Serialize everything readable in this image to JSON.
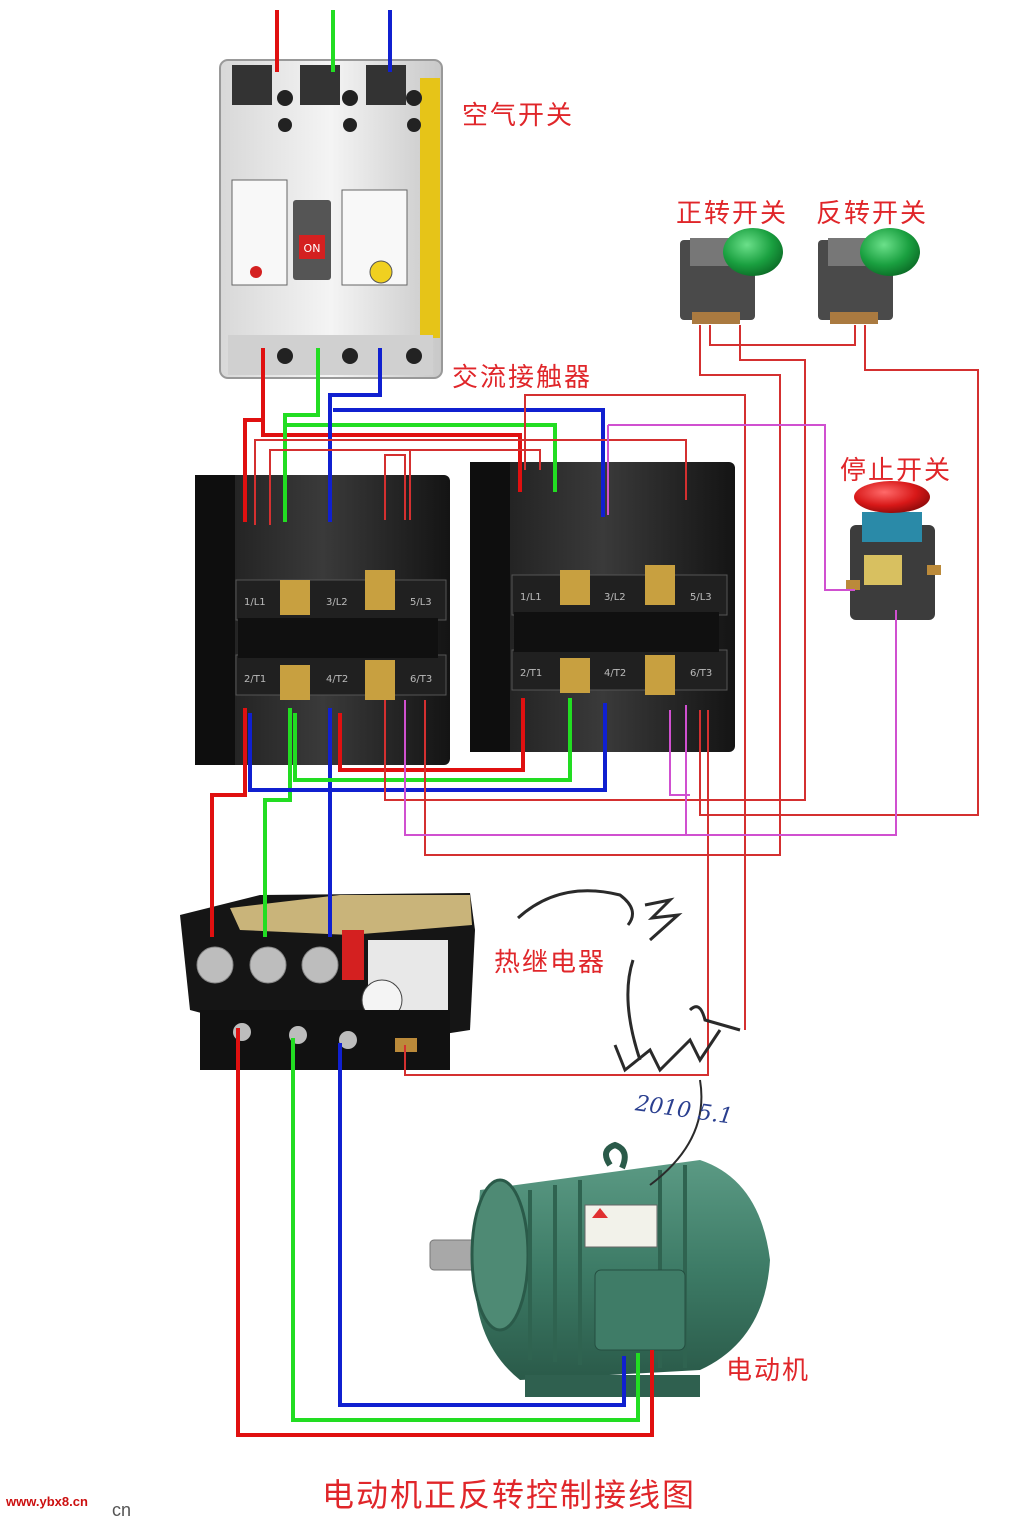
{
  "labels": {
    "air_switch": "空气开关",
    "forward_switch": "正转开关",
    "reverse_switch": "反转开关",
    "contactor": "交流接触器",
    "stop_switch": "停止开关",
    "thermal_relay": "热继电器",
    "motor": "电动机"
  },
  "title": "电动机正反转控制接线图",
  "handwritten_date": "2010 5.1",
  "watermark": "www.ybx8.cn",
  "watermark_tail": "cn",
  "device_text": {
    "breaker_on": "ON",
    "contactor1_terminals": [
      "1/L1",
      "3/L2",
      "5/L3",
      "2/T1",
      "4/T2",
      "6/T3"
    ],
    "contactor2_terminals": [
      "1/L1",
      "3/L2",
      "5/L3",
      "2/T1",
      "4/T2",
      "6/T3"
    ]
  },
  "colors": {
    "wire_red": "#e01010",
    "wire_green": "#22dd22",
    "wire_blue": "#1020d0",
    "wire_control": "#d43030",
    "wire_pink": "#d050d0",
    "label_red": "#e0262a",
    "button_green": "#1aa040",
    "stop_red": "#d81818",
    "motor_green": "#3d7b66"
  }
}
